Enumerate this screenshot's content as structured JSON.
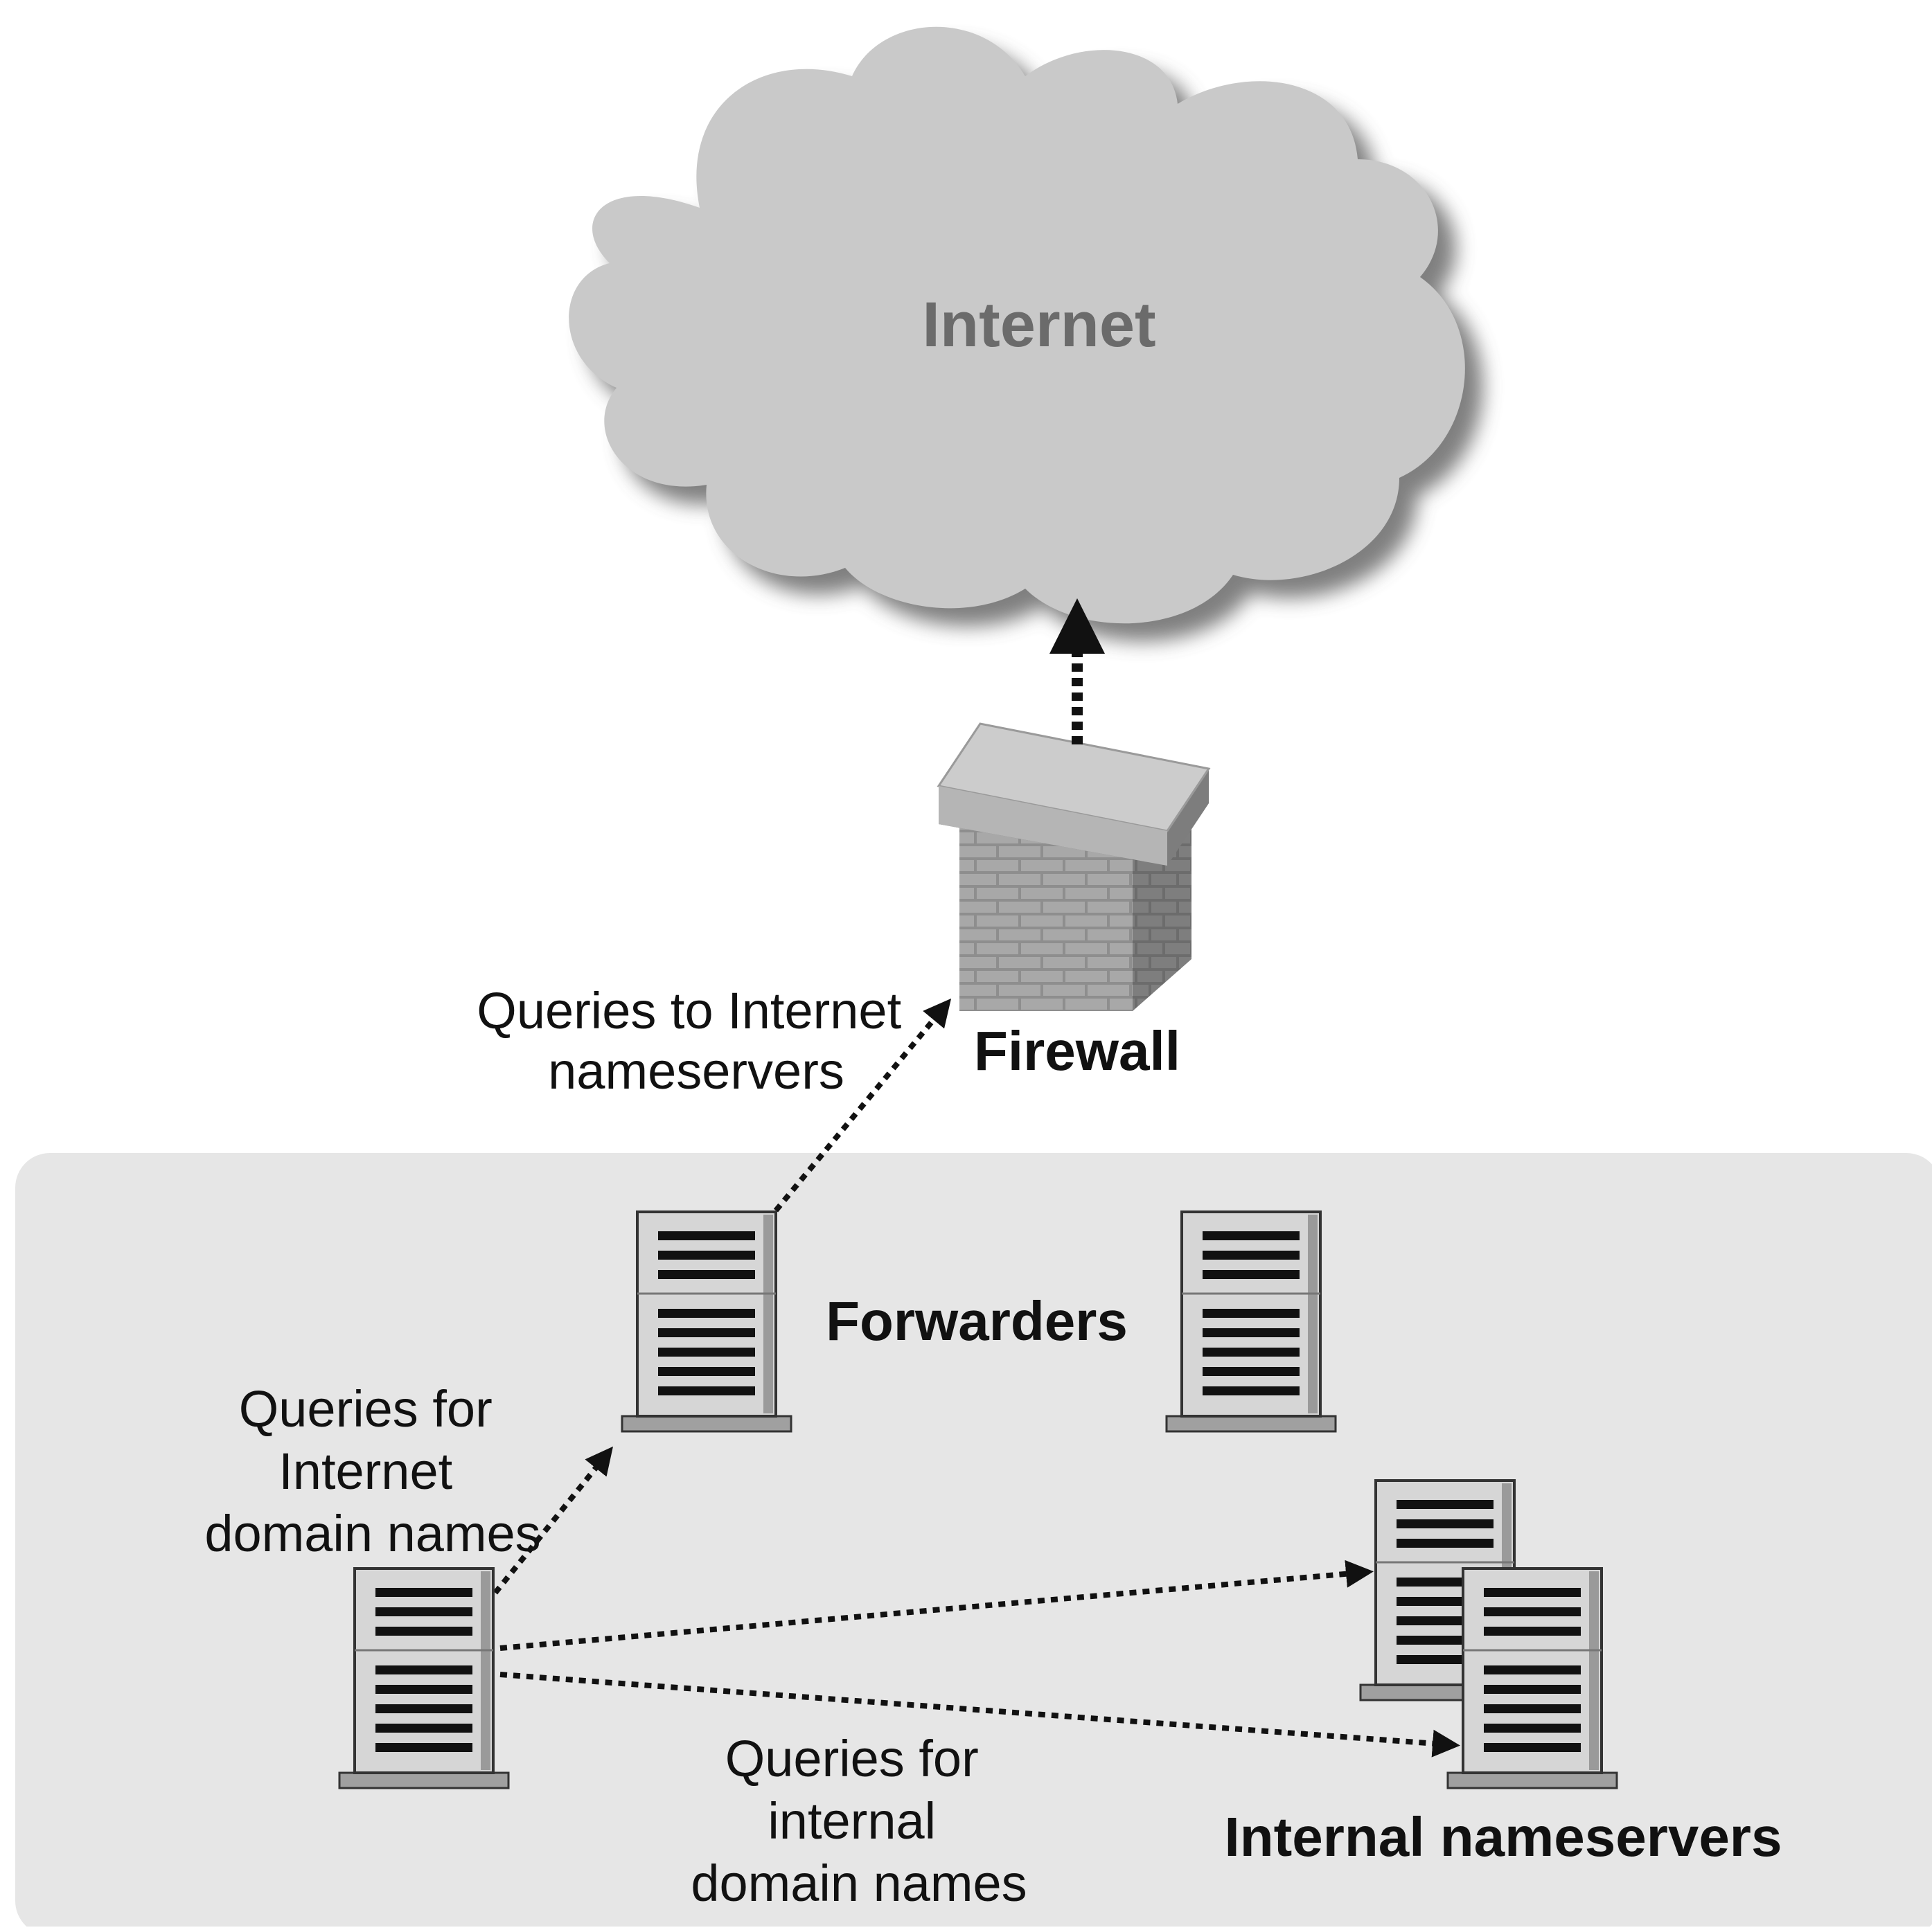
{
  "title": "",
  "cloud": {
    "label": "Internet"
  },
  "firewall": {
    "label": "Firewall"
  },
  "forwarders": {
    "label": "Forwarders"
  },
  "internal_nameservers": {
    "label": "Internal nameservers"
  },
  "labels": {
    "queries_to_internet": [
      "Queries to Internet",
      "nameservers"
    ],
    "queries_internet_domains": [
      "Queries for",
      "Internet",
      "domain names"
    ],
    "queries_internal_domains": [
      "Queries for",
      "internal",
      "domain names"
    ]
  },
  "colors": {
    "cloud": "#c9c9c9",
    "internal_region": "#e6e6e6",
    "server_body": "#d6d6d6",
    "arrows": "#111111"
  }
}
